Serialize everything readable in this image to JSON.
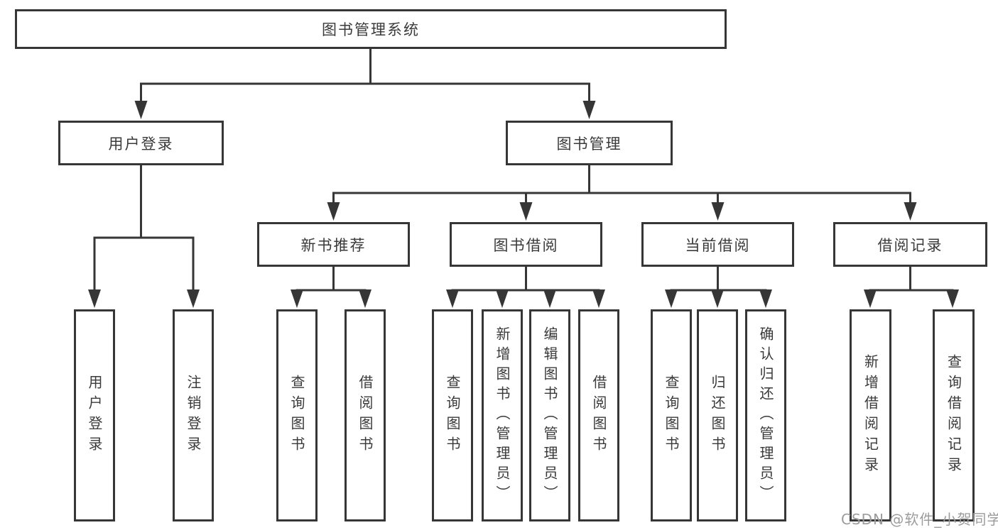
{
  "colors": {
    "line": "#363636",
    "text": "#3a3a3a",
    "background": "#ffffff",
    "watermark": "#9c9c9c"
  },
  "watermark": {
    "text": "CSDN @软件_小贺同学"
  },
  "diagram": {
    "root": {
      "label": "图书管理系统"
    },
    "branches": [
      {
        "label": "用户登录",
        "children": [
          {
            "label": "用户登录"
          },
          {
            "label": "注销登录"
          }
        ]
      },
      {
        "label": "图书管理",
        "children": [
          {
            "label": "新书推荐",
            "children": [
              {
                "label": "查询图书"
              },
              {
                "label": "借阅图书"
              }
            ]
          },
          {
            "label": "图书借阅",
            "children": [
              {
                "label": "查询图书"
              },
              {
                "label": "新增图书（管理员）"
              },
              {
                "label": "编辑图书（管理员）"
              },
              {
                "label": "借阅图书"
              }
            ]
          },
          {
            "label": "当前借阅",
            "children": [
              {
                "label": "查询图书"
              },
              {
                "label": "归还图书"
              },
              {
                "label": "确认归还（管理员）"
              }
            ]
          },
          {
            "label": "借阅记录",
            "children": [
              {
                "label": "新增借阅记录"
              },
              {
                "label": "查询借阅记录"
              }
            ]
          }
        ]
      }
    ]
  }
}
